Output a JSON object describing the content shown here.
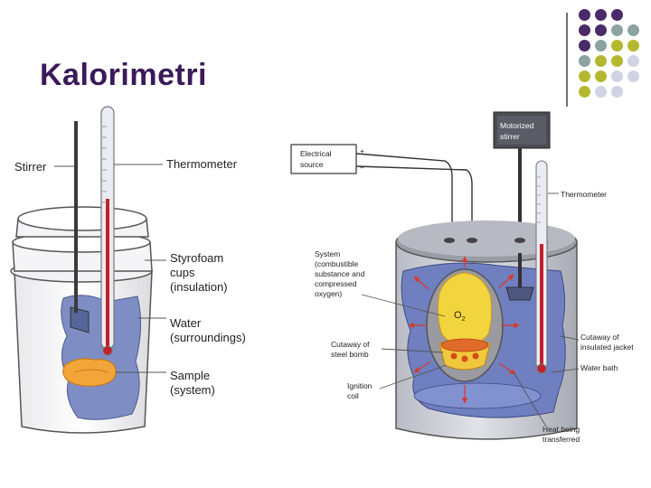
{
  "slide": {
    "title": "Kalorimetri"
  },
  "decor": {
    "dot_colors": [
      "#4a2a68",
      "#8ca2a3",
      "#b5b82f",
      "#d2d3e2"
    ]
  },
  "left_diagram": {
    "stirrer": "Stirrer",
    "thermometer": "Thermometer",
    "styrofoam_1": "Styrofoam",
    "styrofoam_2": "cups",
    "styrofoam_3": "(insulation)",
    "water_1": "Water",
    "water_2": "(surroundings)",
    "sample_1": "Sample",
    "sample_2": "(system)"
  },
  "right_diagram": {
    "electrical_1": "Electrical",
    "electrical_2": "source",
    "plus": "+",
    "minus": "–",
    "motor_1": "Motorized",
    "motor_2": "stirrer",
    "thermometer": "Thermometer",
    "system_1": "System",
    "system_2": "(combustible",
    "system_3": "substance and",
    "system_4": "compressed",
    "system_5": "oxygen)",
    "o2": "O",
    "o2_sub": "2",
    "bomb_1": "Cutaway of",
    "bomb_2": "steel bomb",
    "ignition_1": "Ignition",
    "ignition_2": "coil",
    "jacket_1": "Cutaway of",
    "jacket_2": "insulated jacket",
    "water_bath": "Water bath",
    "heat_1": "Heat being",
    "heat_2": "transferred"
  }
}
